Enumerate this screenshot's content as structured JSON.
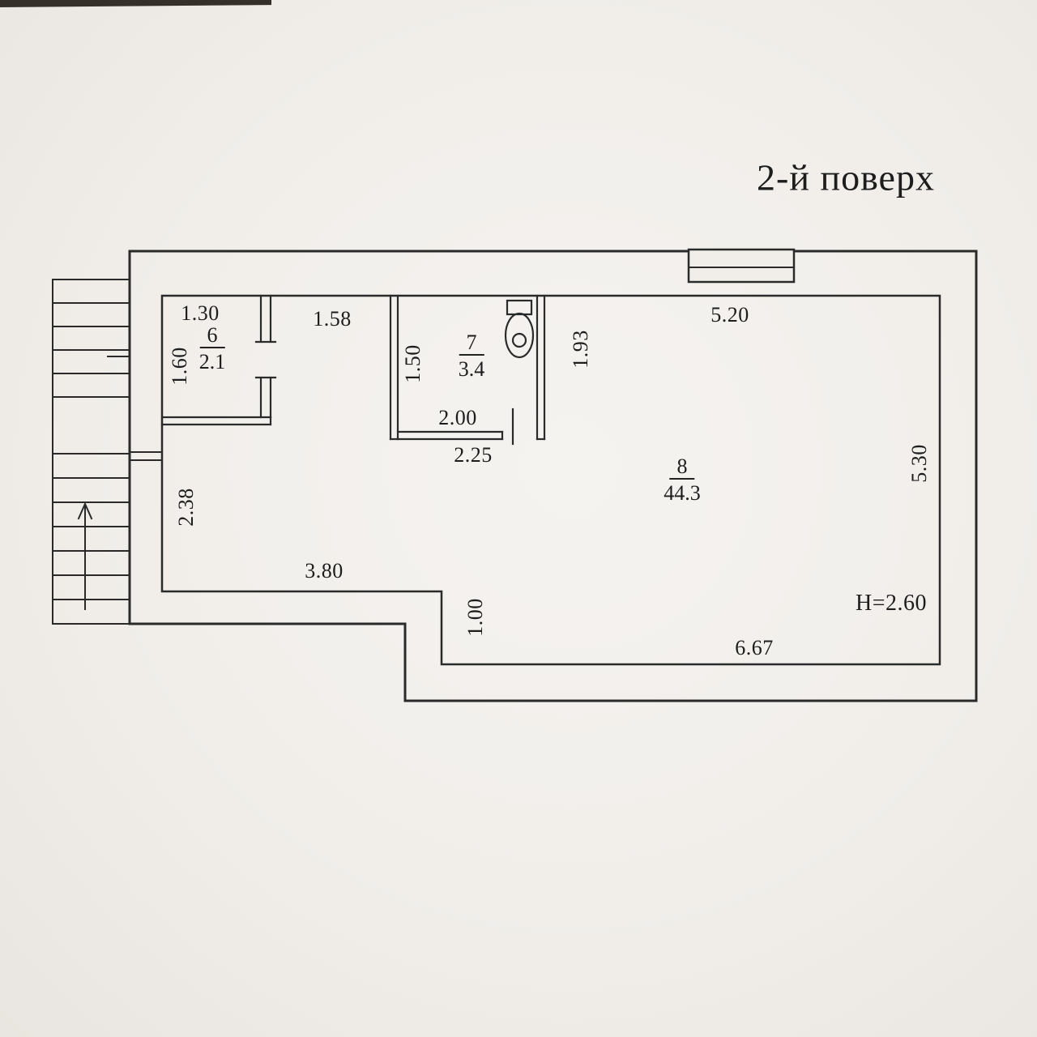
{
  "title": "2-й поверх",
  "rooms": [
    {
      "number": "6",
      "area": "2.1"
    },
    {
      "number": "7",
      "area": "3.4"
    },
    {
      "number": "8",
      "area": "44.3"
    }
  ],
  "dimensions": {
    "room6_width": "1.30",
    "top_middle": "1.58",
    "top_right": "5.20",
    "room6_height": "1.60",
    "room7_height": "1.50",
    "room7_right_height": "1.93",
    "room7_inner_width": "2.00",
    "room7_outer_width": "2.25",
    "right_wall_height": "5.30",
    "left_lower_height": "2.38",
    "bottom_left_width": "3.80",
    "bottom_step": "1.00",
    "bottom_right_width": "6.67"
  },
  "annotations": {
    "ceiling_height": "H=2.60"
  },
  "colors": {
    "paper": "#f1eeea",
    "ink": "#2a2a2a"
  }
}
